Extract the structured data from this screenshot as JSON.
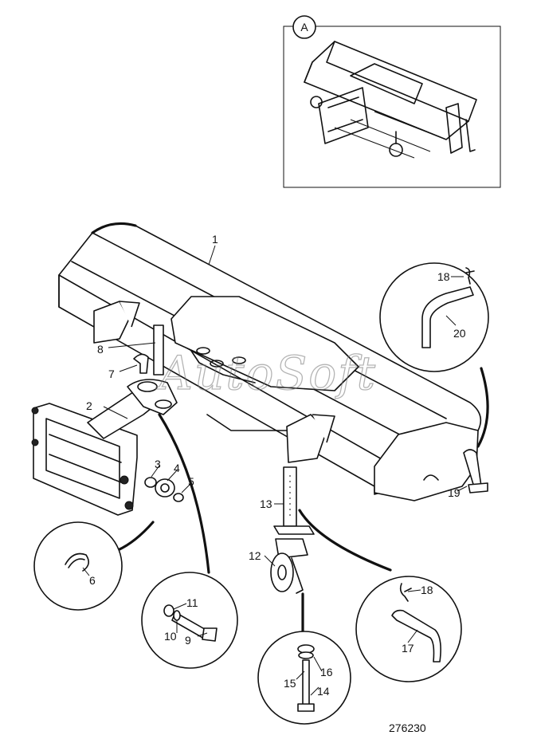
{
  "inset": {
    "label": "A"
  },
  "callouts": [
    "1",
    "2",
    "3",
    "4",
    "5",
    "6",
    "7",
    "8",
    "9",
    "10",
    "11",
    "12",
    "13",
    "14",
    "15",
    "16",
    "17",
    "18",
    "18",
    "19",
    "20"
  ],
  "watermark": "AutoSoft",
  "drawing_number": "276230"
}
